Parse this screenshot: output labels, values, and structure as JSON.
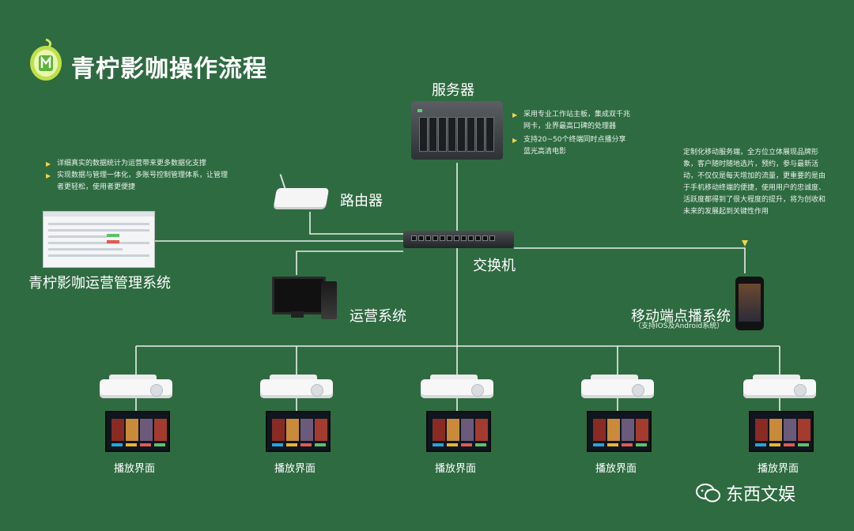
{
  "title": "青柠影咖操作流程",
  "server": {
    "label": "服务器",
    "notes": [
      "采用专业工作站主板，集成双千兆网卡，业界最高口碑的处理器",
      "支持20~50个终端同时点播分享蓝光高清电影"
    ]
  },
  "router": {
    "label": "路由器"
  },
  "switch": {
    "label": "交换机"
  },
  "management": {
    "label": "青柠影咖运营管理系统",
    "notes": [
      "详细真实的数据统计为运营带来更多数据化支撑",
      "实现数据与管理一体化，多账号控制管理体系，让管理者更轻松，使用者更便捷"
    ]
  },
  "operations": {
    "label": "运营系统"
  },
  "mobile": {
    "label": "移动端点播系统",
    "sublabel": "（支持IOS及Android系统）",
    "note": "定制化移动服务端，全方位立体展现品牌形象，客户随时随地选片，预约，参与最新活动，不仅仅是每天增加的流量，更重要的是由于手机移动终端的便捷，使用用户的忠诚度、活跃度都得到了很大程度的提升，将为创收和未来的发展起到关键性作用"
  },
  "play_screens": [
    {
      "label": "播放界面"
    },
    {
      "label": "播放界面"
    },
    {
      "label": "播放界面"
    },
    {
      "label": "播放界面"
    },
    {
      "label": "播放界面"
    }
  ],
  "watermark": "东西文娱",
  "colors": {
    "background": "#2e6b41",
    "line": "#e8efe9",
    "bullet": "#f1d34b"
  }
}
